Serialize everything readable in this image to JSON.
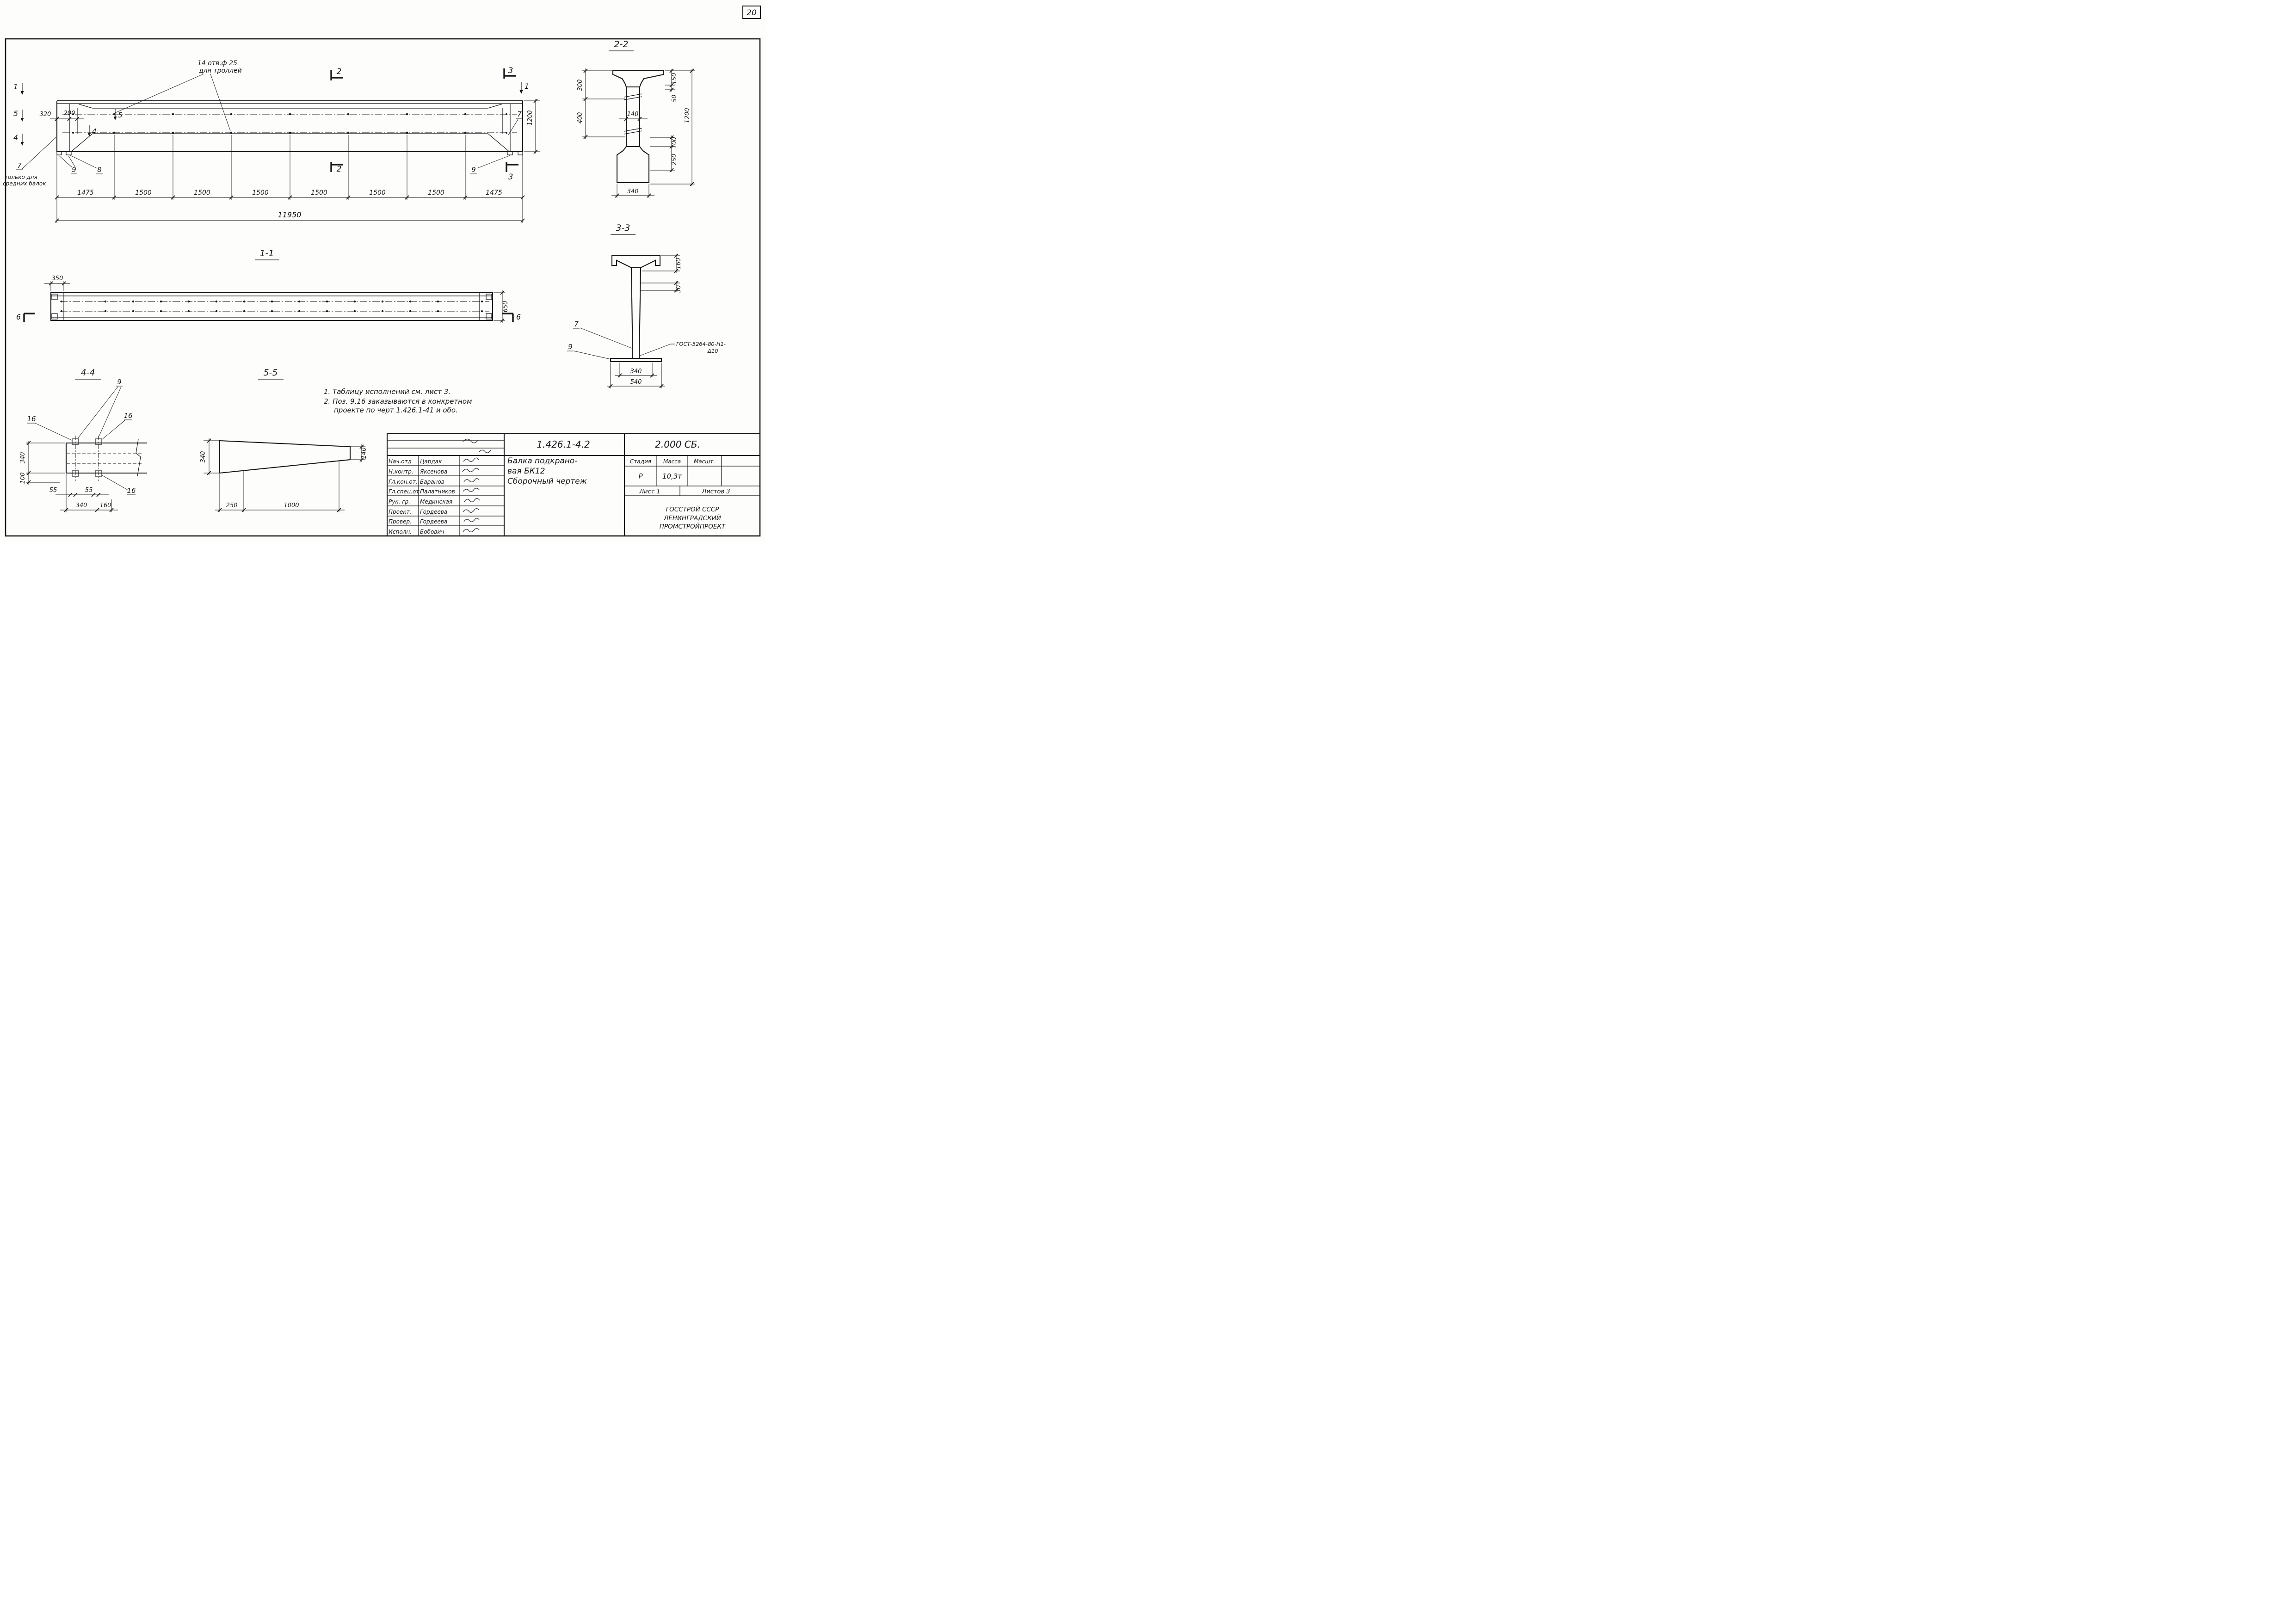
{
  "sheet": {
    "number": "20"
  },
  "main_view": {
    "hole_note1": "14 отв.ф 25",
    "hole_note2": "для троллей",
    "marks": {
      "m1": "1",
      "m5": "5",
      "m4": "4",
      "m5i": "5",
      "m4i": "4",
      "m2t": "2",
      "m2b": "2",
      "m3t": "3",
      "m3b": "3",
      "m1r": "1"
    },
    "pos": {
      "p7r": "7",
      "p7l": "7",
      "p9l": "9",
      "p8": "8",
      "p9r": "9"
    },
    "note_only1": "только для",
    "note_only2": "средних балок",
    "dim320": "320",
    "dim200": "200",
    "dim1200": "1200",
    "bottom_dims": [
      "1475",
      "1500",
      "1500",
      "1500",
      "1500",
      "1500",
      "1500",
      "1475"
    ],
    "total": "11950"
  },
  "sec22": {
    "title": "2-2",
    "d300": "300",
    "d400": "400",
    "d150": "150",
    "d50": "50",
    "d140": "140",
    "d100": "100",
    "d250": "250",
    "d1200": "1200",
    "d340": "340"
  },
  "view11": {
    "title": "1-1",
    "d350": "350",
    "d650": "650",
    "m6l": "6",
    "m6r": "6"
  },
  "sec33": {
    "title": "3-3",
    "d160": "160",
    "d30": "30",
    "d340": "340",
    "d540": "540",
    "p7": "7",
    "p9": "9",
    "gost1": "ГОСТ-5264-80-Н1-",
    "gost2": "Δ10"
  },
  "view44": {
    "title": "4-4",
    "p9": "9",
    "p16a": "16",
    "p16b": "16",
    "p16c": "16",
    "d340v": "340",
    "d100": "100",
    "d55a": "55",
    "d55b": "55",
    "d340h": "340",
    "d160": "160"
  },
  "view55": {
    "title": "5-5",
    "d340": "340",
    "d140": "140",
    "d250": "250",
    "d1000": "1000"
  },
  "notes": {
    "l1": "1. Таблицу исполнений  см. лист 3.",
    "l2": "2. Поз. 9,16 заказываются в конкретном",
    "l3": "проекте по черт 1.426.1-41 и обо."
  },
  "title_block": {
    "doc_code": "1.426.1-4.2",
    "doc_code2": "2.000 СБ.",
    "rows": [
      {
        "role": "Нач.отд",
        "name": "Цардак"
      },
      {
        "role": "Н.контр.",
        "name": "Яксенова"
      },
      {
        "role": "Гл.кон.от.",
        "name": "Баранов"
      },
      {
        "role": "Гл.спец.от.",
        "name": "Палатников"
      },
      {
        "role": "Рук. гр.",
        "name": "Мединская"
      },
      {
        "role": "Проект.",
        "name": "Гордеева"
      },
      {
        "role": "Провер.",
        "name": "Гордеева"
      },
      {
        "role": "Исполн.",
        "name": "Бобович"
      }
    ],
    "title1": "Балка подкрано-",
    "title2": "вая БК12",
    "title3": "Сборочный чертеж",
    "h_stage": "Стадия",
    "h_mass": "Масса",
    "h_scale": "Масшт.",
    "v_stage": "Р",
    "v_mass": "10,3т",
    "sheet": "Лист 1",
    "sheets": "Листов 3",
    "org1": "ГОССТРОЙ СССР",
    "org2": "ЛЕНИНГРАДСКИЙ",
    "org3": "ПРОМСТРОЙПРОЕКТ"
  }
}
